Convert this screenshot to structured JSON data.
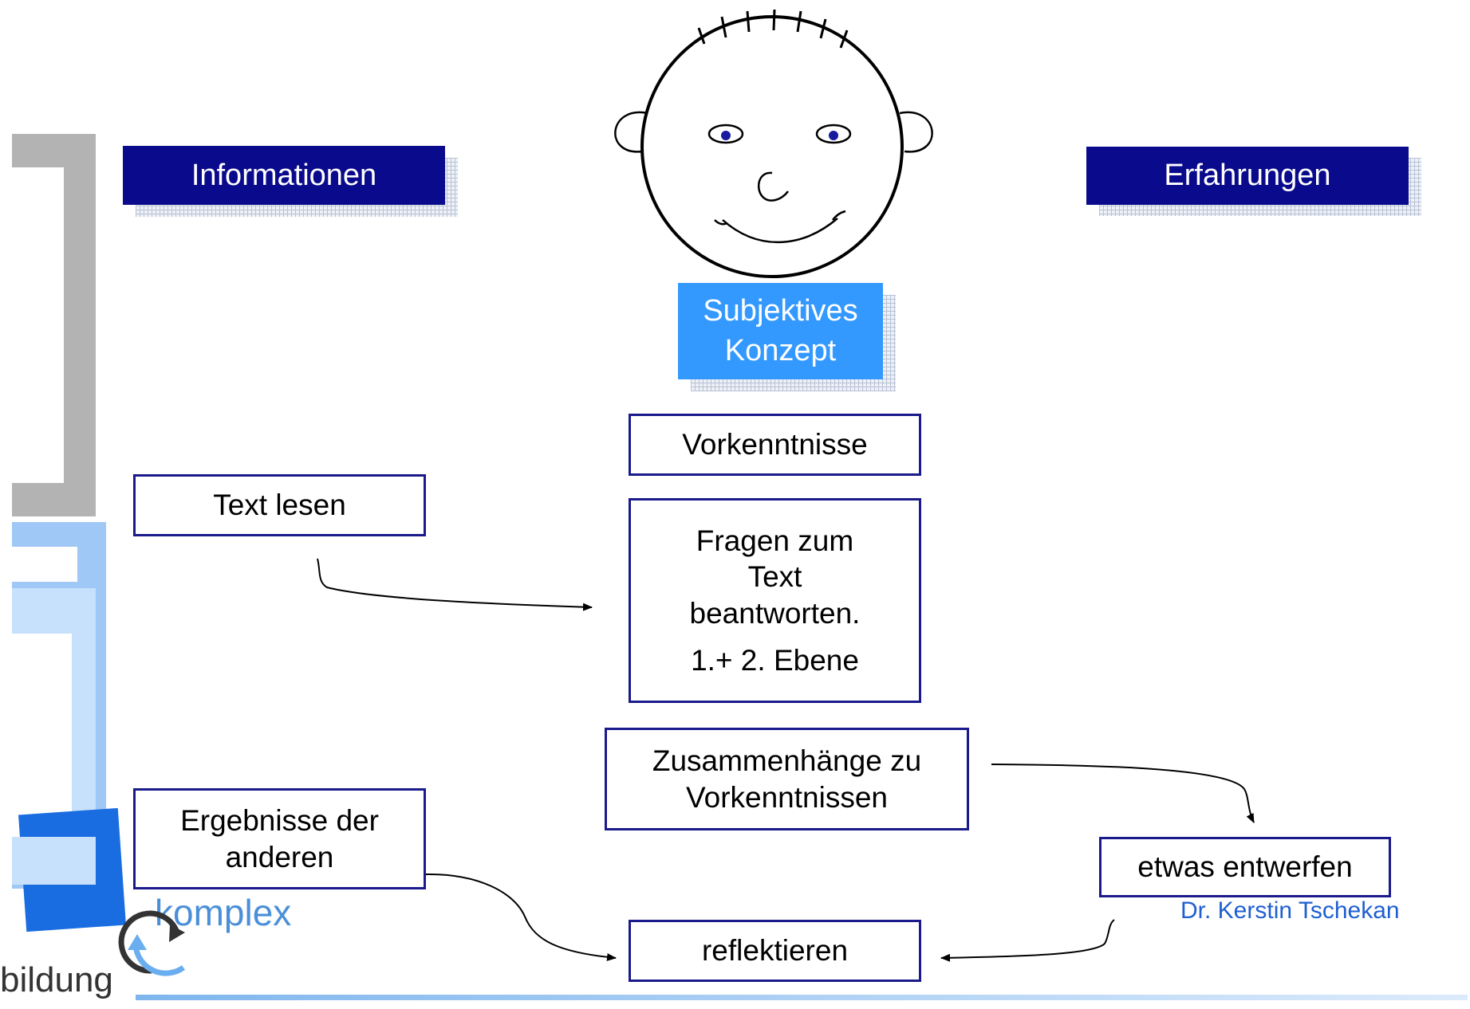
{
  "headers": {
    "informationen": "Informationen",
    "erfahrungen": "Erfahrungen"
  },
  "concept": {
    "line1": "Subjektives",
    "line2": "Konzept"
  },
  "boxes": {
    "vorkenntnisse": "Vorkenntnisse",
    "text_lesen": "Text lesen",
    "fragen_line1": "Fragen zum",
    "fragen_line2": "Text",
    "fragen_line3": "beantworten.",
    "fragen_line4": "1.+ 2. Ebene",
    "zusammenhaenge_line1": "Zusammenhänge zu",
    "zusammenhaenge_line2": "Vorkenntnissen",
    "ergebnisse_line1": "Ergebnisse der",
    "ergebnisse_line2": "anderen",
    "etwas_entwerfen": "etwas entwerfen",
    "reflektieren": "reflektieren"
  },
  "author": "Dr. Kerstin Tschekan",
  "logo": {
    "word_top": "komplex",
    "word_bottom": "bildung"
  },
  "colors": {
    "header_navy": "#0a0a8c",
    "concept_blue": "#3399ff",
    "box_border": "#1a1a8c",
    "author_blue": "#1f5fd1",
    "logo_blue": "#4a8fd8"
  }
}
